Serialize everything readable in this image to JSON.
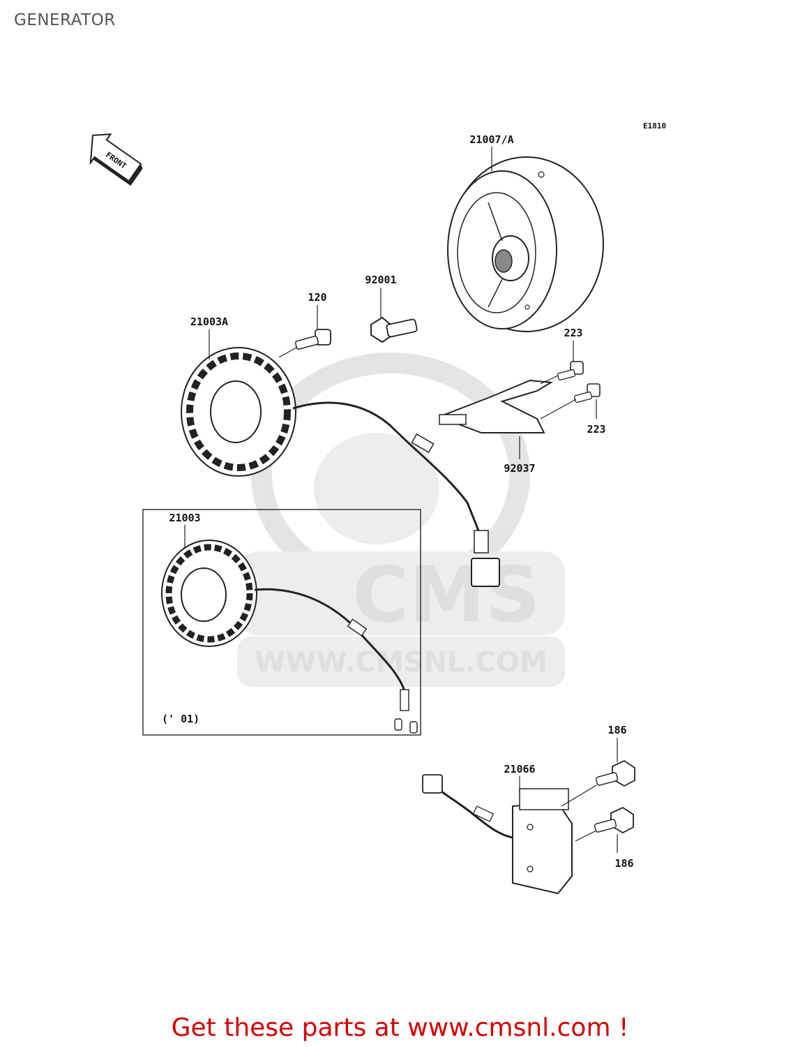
{
  "page": {
    "title": "GENERATOR"
  },
  "diagram": {
    "code": "E1810",
    "front_label": "FRONT",
    "inset_note": "(' 01)",
    "parts": [
      {
        "id": "21007_A",
        "label": "21007/A"
      },
      {
        "id": "92001",
        "label": "92001"
      },
      {
        "id": "120",
        "label": "120"
      },
      {
        "id": "21003A",
        "label": "21003A"
      },
      {
        "id": "223_top",
        "label": "223"
      },
      {
        "id": "223_bottom",
        "label": "223"
      },
      {
        "id": "92037",
        "label": "92037"
      },
      {
        "id": "21003",
        "label": "21003"
      },
      {
        "id": "186_top",
        "label": "186"
      },
      {
        "id": "21066",
        "label": "21066"
      },
      {
        "id": "186_bottom",
        "label": "186"
      }
    ]
  },
  "watermark": {
    "logo": "CMS",
    "url": "WWW.CMSNL.COM"
  },
  "footer": {
    "cta": "Get these parts at www.cmsnl.com !"
  }
}
